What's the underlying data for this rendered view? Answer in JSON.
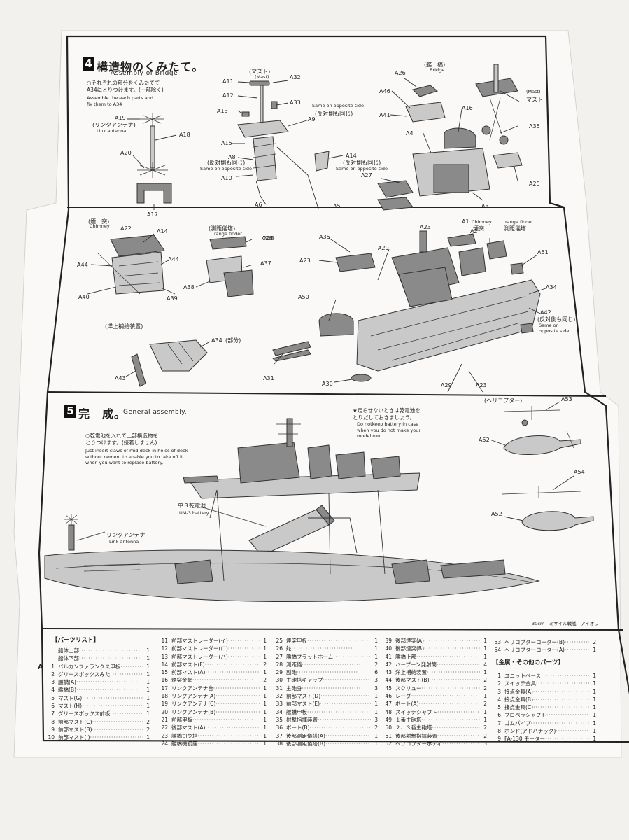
{
  "step4": {
    "number": "4",
    "title": "構造物のくみたて。",
    "subtitle": "Assembly of Bridge",
    "note_jp": "○それぞれの部分をくみたてて\nA34にとりつけます。(一部除く)",
    "note_en": "Assemble the each parts and\nfix them to A34",
    "labels": {
      "mast": "(マスト)",
      "mast_en": "(Mast)",
      "bridge": "(艦　橋)",
      "bridge_en": "Bridge",
      "link_antenna": "(リンクアンテナ)",
      "link_antenna_en": "Link antenna",
      "same_opposite_jp": "(反対側も同じ)",
      "same_opposite_en": "Same on opposite side",
      "mast2": "マスト",
      "mast2_en": "(Mast)",
      "chimney": "(煙　突)",
      "chimney_en": "Chimney",
      "rangefinder": "(測距儀塔)",
      "rangefinder_en": "range finder",
      "replenish": "(洋上補給装置)",
      "a34_part": "(部分)",
      "entotsu": "煙突",
      "entotsu_en": "Chimney",
      "sokkyo": "測距儀塔",
      "sokkyo_en": "range finder",
      "same_opposite_jp2": "(反対側も同じ)",
      "same_opposite_en2": "Same on opposite side"
    },
    "part_ids": [
      "A11",
      "A12",
      "A13",
      "A32",
      "A33",
      "A9",
      "A15",
      "A8",
      "A10",
      "A6",
      "A5",
      "A14",
      "A19",
      "A18",
      "A20",
      "A17",
      "A26",
      "A46",
      "A41",
      "A16",
      "A4",
      "A27",
      "A35",
      "A25",
      "A3",
      "A22",
      "A14",
      "A44",
      "A44",
      "A40",
      "A39",
      "A28",
      "A37",
      "A38",
      "A34",
      "A43",
      "A31",
      "A30",
      "A35",
      "A23",
      "A29",
      "A23",
      "A1",
      "A51",
      "A50",
      "A34",
      "A42",
      "A29",
      "A23",
      "A2",
      "A28"
    ]
  },
  "step5": {
    "number": "5",
    "title": "完　成。",
    "subtitle": "General assembly.",
    "note_jp": "○乾電池を入れて上部構造物を\nとりつけます。(接着しません)",
    "note_en": "Just insert claws of mid-deck in holes of deck\nwithout cement to enable you to take off it\nwhen you want to replace battery.",
    "warn_jp": "★走らせないときは乾電池を\nとりだしておきましょう。",
    "warn_en": "Do notkeep battery in case\nwhen you do not make your\nmodel run.",
    "helicopter": "(ヘリコプター)",
    "battery_jp": "単３乾電池",
    "battery_en": "UM-3 battery",
    "link_antenna_jp": "リンクアンテナ",
    "link_antenna_en": "Link antenna",
    "caption": "30cm　ミサイル戦艦　アイオワ",
    "part_ids": [
      "A53",
      "A52",
      "A54",
      "A52"
    ]
  },
  "parts_list": {
    "heading": "【パーツリスト】",
    "group_label": "A",
    "col1": [
      {
        "n": "",
        "name": "船体上部",
        "q": "1"
      },
      {
        "n": "",
        "name": "船体下部",
        "q": "1"
      },
      {
        "n": "1",
        "name": "バルカンファランクス甲板",
        "q": "1"
      },
      {
        "n": "2",
        "name": "グリースボックスみた",
        "q": "1"
      },
      {
        "n": "3",
        "name": "艦橋(A)",
        "q": "1"
      },
      {
        "n": "4",
        "name": "艦橋(B)",
        "q": "1"
      },
      {
        "n": "5",
        "name": "マスト(G)",
        "q": "1"
      },
      {
        "n": "6",
        "name": "マスト(H)",
        "q": "1"
      },
      {
        "n": "7",
        "name": "グリースボックス前板",
        "q": "1"
      },
      {
        "n": "8",
        "name": "前部マスト(C)",
        "q": "2"
      },
      {
        "n": "9",
        "name": "前部マスト(B)",
        "q": "2"
      },
      {
        "n": "10",
        "name": "前部マスト(I)",
        "q": "1"
      }
    ],
    "col2": [
      {
        "n": "11",
        "name": "前部マストレーダー(イ)",
        "q": "1"
      },
      {
        "n": "12",
        "name": "前部マストレーダー(ロ)",
        "q": "1"
      },
      {
        "n": "13",
        "name": "前部マストレーダー(ハ)",
        "q": "1"
      },
      {
        "n": "14",
        "name": "前部マスト(F)",
        "q": "2"
      },
      {
        "n": "15",
        "name": "前部マスト(A)",
        "q": "1"
      },
      {
        "n": "16",
        "name": "煙突金網",
        "q": "2"
      },
      {
        "n": "17",
        "name": "リンクアンテナ台",
        "q": "1"
      },
      {
        "n": "18",
        "name": "リンクアンテナ(A)",
        "q": "1"
      },
      {
        "n": "19",
        "name": "リンクアンテナ(C)",
        "q": "1"
      },
      {
        "n": "20",
        "name": "リンクアンテナ(B)",
        "q": "1"
      },
      {
        "n": "21",
        "name": "前部甲板",
        "q": "1"
      },
      {
        "n": "22",
        "name": "後部マスト(A)",
        "q": "1"
      },
      {
        "n": "23",
        "name": "艦橋司令塔",
        "q": "1"
      },
      {
        "n": "24",
        "name": "艦橋機銃座",
        "q": "1"
      }
    ],
    "col3": [
      {
        "n": "25",
        "name": "煙突甲板",
        "q": "1"
      },
      {
        "n": "26",
        "name": "舵",
        "q": "1"
      },
      {
        "n": "27",
        "name": "艦橋プラットホーム",
        "q": "1"
      },
      {
        "n": "28",
        "name": "測距儀",
        "q": "2"
      },
      {
        "n": "29",
        "name": "副砲",
        "q": "6"
      },
      {
        "n": "30",
        "name": "主砲塔キャップ",
        "q": "3"
      },
      {
        "n": "31",
        "name": "主砲身",
        "q": "3"
      },
      {
        "n": "32",
        "name": "前部マスト(D)",
        "q": "1"
      },
      {
        "n": "33",
        "name": "前部マスト(E)",
        "q": "1"
      },
      {
        "n": "34",
        "name": "艦橋甲板",
        "q": "1"
      },
      {
        "n": "35",
        "name": "射撃指揮装置",
        "q": "3"
      },
      {
        "n": "36",
        "name": "ボート(B)",
        "q": "2"
      },
      {
        "n": "37",
        "name": "後部測距儀塔(A)",
        "q": "1"
      },
      {
        "n": "38",
        "name": "後部測距儀塔(B)",
        "q": "1"
      }
    ],
    "col4": [
      {
        "n": "39",
        "name": "後部煙突(A)",
        "q": "1"
      },
      {
        "n": "40",
        "name": "後部煙突(B)",
        "q": "1"
      },
      {
        "n": "41",
        "name": "艦橋上部",
        "q": "1"
      },
      {
        "n": "42",
        "name": "ハープーン発射筒",
        "q": "4"
      },
      {
        "n": "43",
        "name": "洋上補給装置",
        "q": "1"
      },
      {
        "n": "44",
        "name": "後部マスト(B)",
        "q": "2"
      },
      {
        "n": "45",
        "name": "スクリュー",
        "q": "2"
      },
      {
        "n": "46",
        "name": "レーダー",
        "q": "1"
      },
      {
        "n": "47",
        "name": "ボート(A)",
        "q": "2"
      },
      {
        "n": "48",
        "name": "スイッチシャフト",
        "q": "1"
      },
      {
        "n": "49",
        "name": "１番主砲塔",
        "q": "1"
      },
      {
        "n": "50",
        "name": "２、３番主砲塔",
        "q": "2"
      },
      {
        "n": "51",
        "name": "後部射撃指揮装置",
        "q": "2"
      },
      {
        "n": "52",
        "name": "ヘリコプターボディ",
        "q": "3"
      }
    ],
    "col5": [
      {
        "n": "53",
        "name": "ヘリコプターローター(B)",
        "q": "2"
      },
      {
        "n": "54",
        "name": "ヘリコプターローター(A)",
        "q": "1"
      }
    ],
    "metal_heading": "【金属・その他のパーツ】",
    "metal": [
      {
        "n": "1",
        "name": "ユニットベース",
        "q": "1"
      },
      {
        "n": "2",
        "name": "スイッチ金具",
        "q": "1"
      },
      {
        "n": "3",
        "name": "接点金具(A)",
        "q": "1"
      },
      {
        "n": "4",
        "name": "接点金具(B)",
        "q": "1"
      },
      {
        "n": "5",
        "name": "接点金具(C)",
        "q": "1"
      },
      {
        "n": "6",
        "name": "プロペラシャフト",
        "q": "1"
      },
      {
        "n": "7",
        "name": "ゴムパイプ",
        "q": "1"
      },
      {
        "n": "8",
        "name": "ボンド(アドハチック)",
        "q": "1"
      },
      {
        "n": "9",
        "name": "FA-130 モーター",
        "q": "1"
      }
    ]
  }
}
